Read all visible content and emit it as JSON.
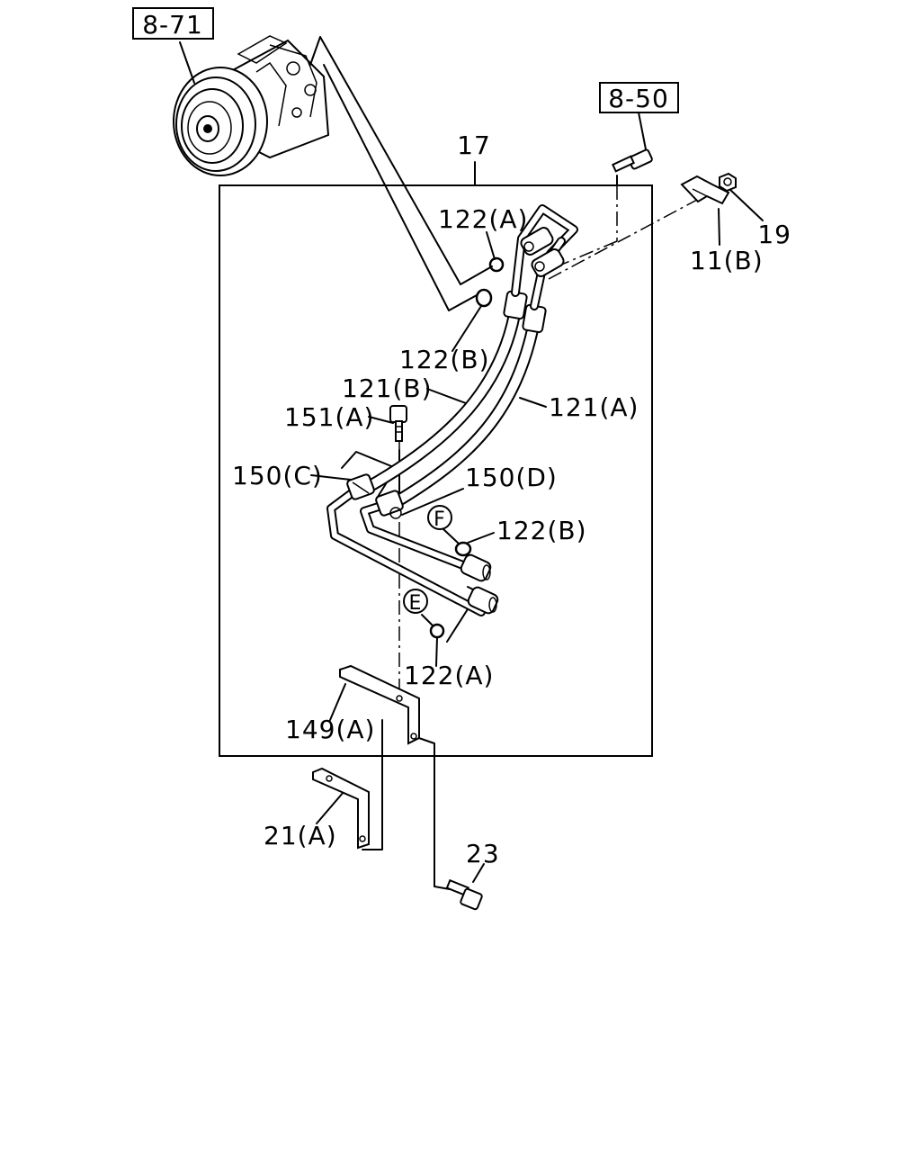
{
  "references": {
    "compressor": "8-71",
    "bolt_ref": "8-50"
  },
  "assembly": {
    "number": "17"
  },
  "callouts": {
    "nut": "19",
    "clip": "11(B)",
    "oring_top_a": "122(A)",
    "oring_top_b": "122(B)",
    "hose_b": "121(B)",
    "hose_a": "121(A)",
    "bolt_151": "151(A)",
    "clamp_c": "150(C)",
    "clamp_d": "150(D)",
    "oring_f": "122(B)",
    "oring_e": "122(A)",
    "bracket_149": "149(A)",
    "bracket_21": "21(A)",
    "bolt_23": "23"
  },
  "markers": {
    "f": "F",
    "e": "E"
  }
}
